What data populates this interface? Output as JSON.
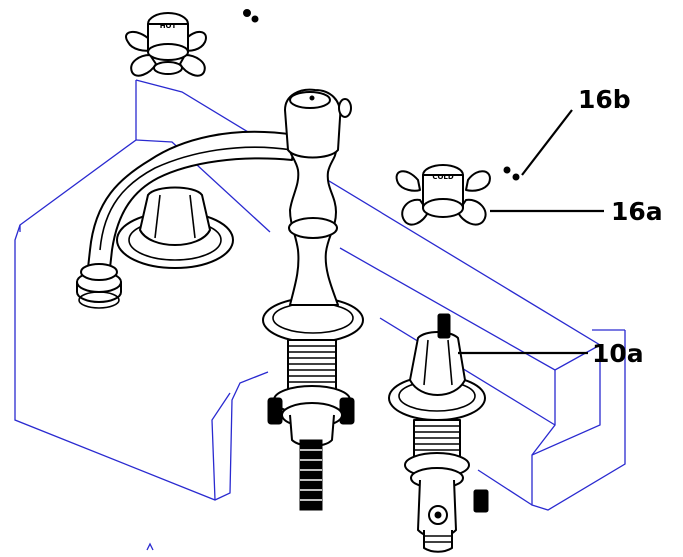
{
  "callouts": {
    "c16b": "16b",
    "c16a": "16a",
    "c10a": "10a"
  },
  "handle_left_label": "HOT",
  "handle_right_label": "COLD",
  "line_colors": {
    "basin": "#2a2ad0",
    "parts": "#000000"
  }
}
